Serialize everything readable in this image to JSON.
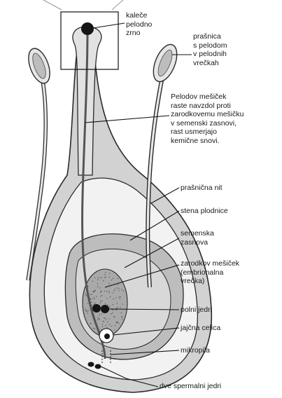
{
  "labels": {
    "pollen_grain": "kaleče\npelodno\nzrno",
    "anther": "prašnica\ns pelodom\nv pelodnih\nvrečkah",
    "pollen_tube": "Pelodov mešiček\nraste navzdol proti\nzarodkovemu mešičku\nv semenski zasnovi,\nrast usmerjajo\nkemične snovi.",
    "filament": "prašnična nit",
    "ovary_wall": "stena plodnice",
    "ovule": "semenska\nzasnova",
    "embryo_sac": "zarodkov mešiček\n(embrionalna\nvrečka)",
    "polar_nuclei": "polni jedri",
    "egg_cell": "jajčna celica",
    "micropyle": "mikropila",
    "sperm_nuclei": "dve spermalni jedri"
  },
  "colors": {
    "outline": "#2a2a2a",
    "light_fill": "#e4e4e4",
    "mid_fill": "#c9c9c9",
    "dark_fill": "#9a9a9a",
    "nucleus": "#151515"
  }
}
